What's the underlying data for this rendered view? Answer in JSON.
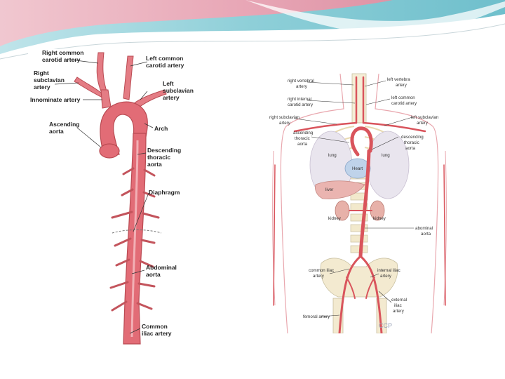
{
  "slide": {
    "accent_colors": {
      "teal": "#8ecfd8",
      "pink": "#f2a3b3",
      "artery": "#d9545c",
      "artery_light": "#ee9aa0"
    }
  },
  "left_figure": {
    "labels": {
      "right_common_carotid": [
        "Right common",
        "carotid artery"
      ],
      "right_subclavian": [
        "Right",
        "subclavian",
        "artery"
      ],
      "innominate": "Innominate artery",
      "ascending_aorta": [
        "Ascending",
        "aorta"
      ],
      "left_common_carotid": [
        "Left common",
        "carotid artery"
      ],
      "left_subclavian": [
        "Left",
        "subclavian",
        "artery"
      ],
      "arch": "Arch",
      "descending_thoracic": [
        "Descending",
        "thoracic",
        "aorta"
      ],
      "diaphragm": "Diaphragm",
      "abdominal_aorta": [
        "Abdominal",
        "aorta"
      ],
      "common_iliac": [
        "Common",
        "iliac artery"
      ]
    }
  },
  "right_figure": {
    "labels": {
      "right_vertebral": [
        "right vertebral",
        "artery"
      ],
      "right_internal_carotid": [
        "right internal",
        "carotid artery"
      ],
      "right_subclavian": [
        "right subclavian",
        "artery"
      ],
      "ascending_thoracic": [
        "ascending",
        "thoracic",
        "aorta"
      ],
      "lung_left": "lung",
      "heart": "Heart",
      "liver": "liver",
      "kidney_left": "kidney",
      "common_iliac": [
        "common iliac",
        "artery"
      ],
      "femoral": "femoral artery",
      "left_vertebral": [
        "left vertebra",
        "artery"
      ],
      "left_common_carotid": [
        "left common",
        "carotid artery"
      ],
      "left_subclavian": [
        "left subclavian",
        "artery"
      ],
      "descending_thoracic": [
        "descending",
        "thoracic",
        "aorta"
      ],
      "lung_right": "lung",
      "kidney_right": "kidney",
      "abdominal_aorta": [
        "abominal",
        "aorta"
      ],
      "internal_iliac": [
        "internal iliac",
        "artery"
      ],
      "external_iliac": [
        "external",
        "iliac",
        "artery"
      ],
      "watermark": "CCP"
    }
  }
}
